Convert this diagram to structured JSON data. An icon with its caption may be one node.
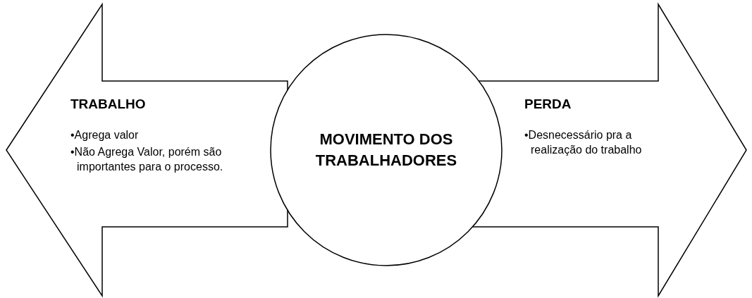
{
  "diagram": {
    "nodes": [
      {
        "text": [
          "TRABALHO",
          "•Agrega valor",
          "•Não Agrega Valor, porém são importantes para o processo."
        ]
      },
      {
        "text": [
          "MOVIMENTO DOS TRABALHADORES"
        ]
      },
      {
        "text": [
          "PERDA",
          "•Desnecessário pra a realização do trabalho"
        ]
      }
    ]
  }
}
